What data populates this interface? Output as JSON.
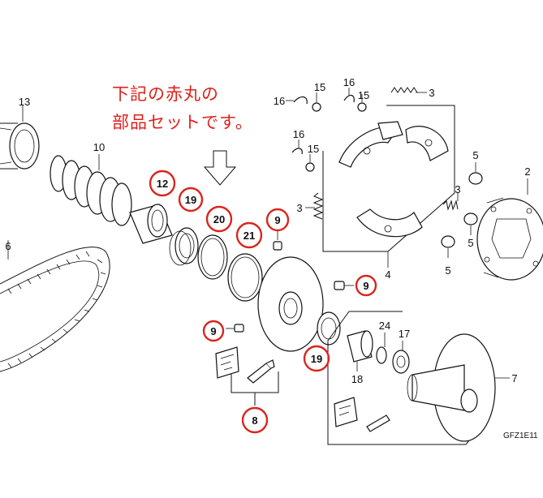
{
  "note": {
    "line1": "下記の赤丸の",
    "line2": "部品セットです。"
  },
  "colors": {
    "highlight": "#d8261e",
    "ink": "#111111",
    "background": "#ffffff"
  },
  "diagram_code": "GFZ1E11",
  "labels": {
    "p2": "2",
    "p3a": "3",
    "p3b": "3",
    "p3c": "3",
    "p4": "4",
    "p5a": "5",
    "p5b": "5",
    "p5c": "5",
    "p6": "6",
    "p7": "7",
    "p10": "10",
    "p13": "13",
    "p15a": "15",
    "p15b": "15",
    "p15c": "15",
    "p16a": "16",
    "p16b": "16",
    "p16c": "16",
    "p17": "17",
    "p18": "18",
    "p24": "24"
  },
  "highlighted_labels": {
    "p12": "12",
    "p19a": "19",
    "p20": "20",
    "p21": "21",
    "p9a": "9",
    "p9b": "9",
    "p9c": "9",
    "p19b": "19",
    "p8": "8"
  },
  "icons": [
    "down-arrow-icon",
    "caution-label-icon",
    "grease-tube-icon"
  ]
}
